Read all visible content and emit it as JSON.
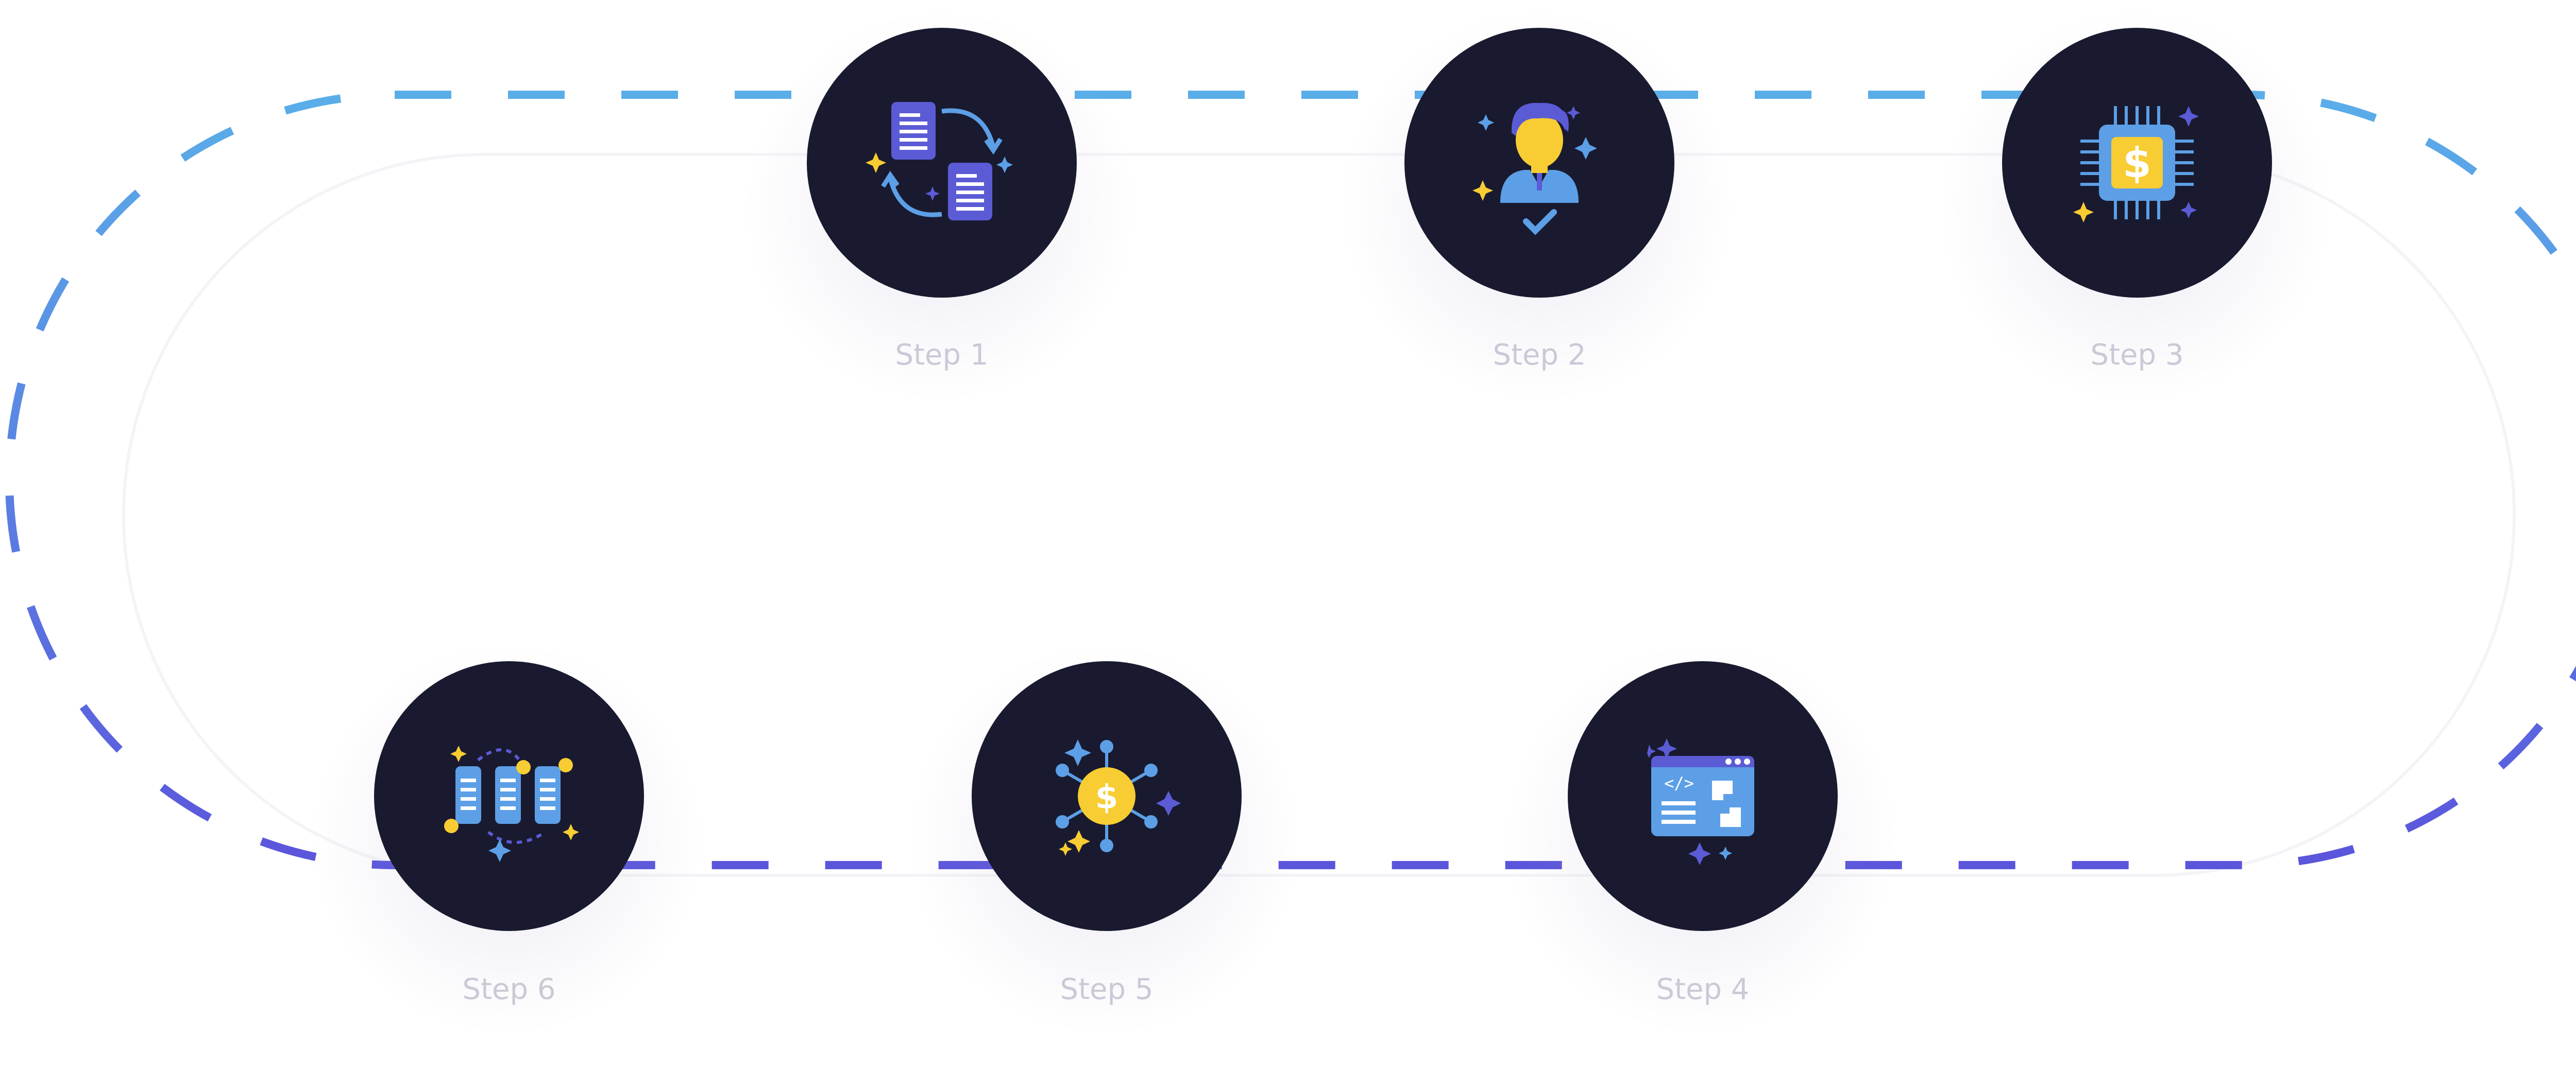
{
  "colors": {
    "background": "#ffffff",
    "circle_fill": "#191a2f",
    "path_gradient_start": "#5aaee8",
    "path_gradient_end": "#5b55dc",
    "label": "#c9cad6",
    "icon_purple": "#5b5bd6",
    "icon_blue": "#5c9fe6",
    "icon_yellow": "#f8cc33"
  },
  "steps": [
    {
      "label": "Step 1",
      "icon": "document-sync-icon"
    },
    {
      "label": "Step 2",
      "icon": "verified-user-icon"
    },
    {
      "label": "Step 3",
      "icon": "dollar-chip-icon"
    },
    {
      "label": "Step 4",
      "icon": "code-window-icon"
    },
    {
      "label": "Step 5",
      "icon": "dollar-network-icon"
    },
    {
      "label": "Step 6",
      "icon": "server-sync-icon"
    }
  ]
}
